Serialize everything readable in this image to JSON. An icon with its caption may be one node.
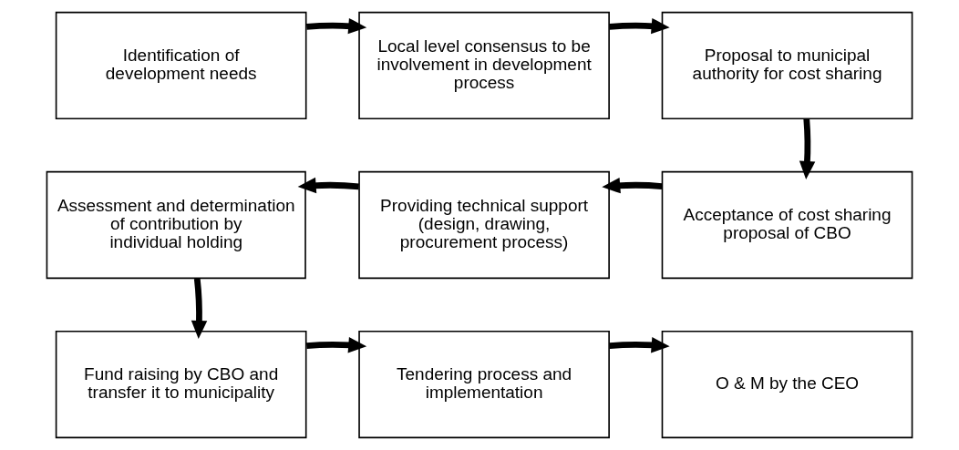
{
  "diagram": {
    "nodes": [
      {
        "text": [
          "Identification of development needs"
        ]
      },
      {
        "text": [
          "Local level consensus to be involvement in development process"
        ]
      },
      {
        "text": [
          "Proposal to municipal authority for cost sharing"
        ]
      },
      {
        "text": [
          "Acceptance of cost sharing proposal of CBO"
        ]
      },
      {
        "text": [
          "Providing technical support (design, drawing, procurement process)"
        ]
      },
      {
        "text": [
          "Assessment and determination of contribution by individual holding"
        ]
      },
      {
        "text": [
          "Fund raising by CBO and transfer it to municipality"
        ]
      },
      {
        "text": [
          "Tendering process and implementation"
        ]
      },
      {
        "text": [
          "O & M by the CEO"
        ]
      }
    ],
    "edges": [
      {
        "from": 0,
        "to": 1,
        "arrow": "to"
      },
      {
        "from": 1,
        "to": 2,
        "arrow": "to"
      },
      {
        "from": 2,
        "to": 3,
        "arrow": "to"
      },
      {
        "from": 3,
        "to": 4,
        "arrow": "to"
      },
      {
        "from": 4,
        "to": 5,
        "arrow": "to"
      },
      {
        "from": 5,
        "to": 6,
        "arrow": "to"
      },
      {
        "from": 6,
        "to": 7,
        "arrow": "to"
      },
      {
        "from": 7,
        "to": 8,
        "arrow": "to"
      }
    ]
  }
}
